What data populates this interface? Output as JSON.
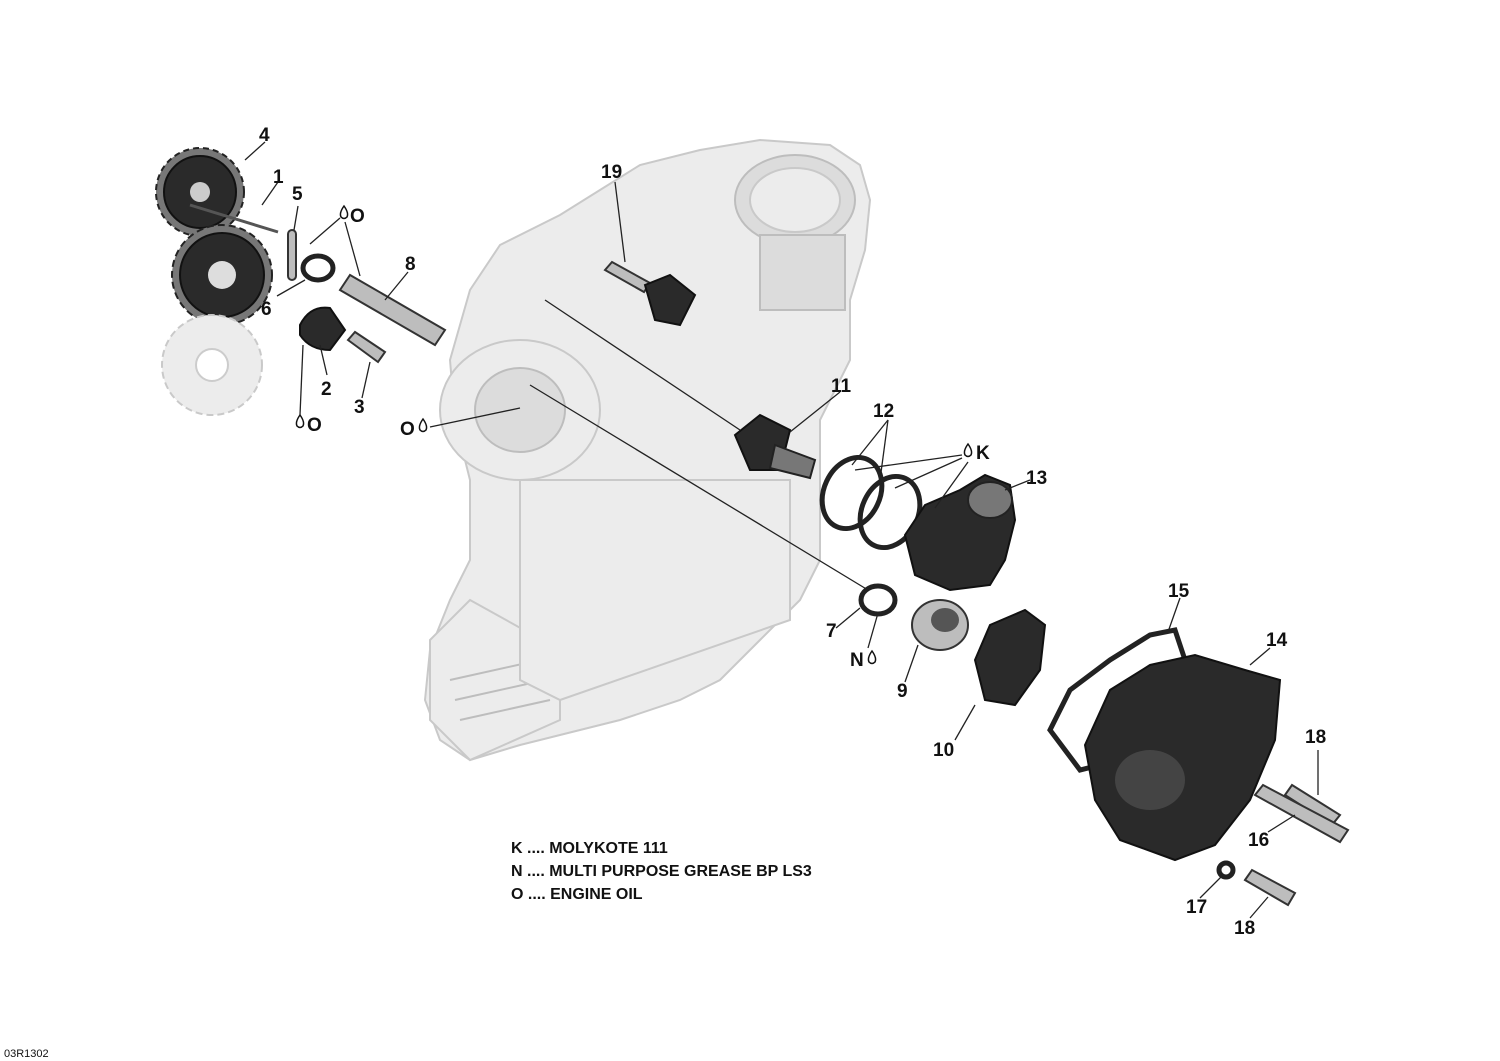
{
  "callouts": {
    "c1": "1",
    "c2": "2",
    "c3": "3",
    "c4": "4",
    "c5": "5",
    "c6": "6",
    "c7": "7",
    "c8": "8",
    "c9": "9",
    "c10": "10",
    "c11": "11",
    "c12": "12",
    "c13": "13",
    "c14": "14",
    "c15": "15",
    "c16": "16",
    "c17": "17",
    "c18a": "18",
    "c18b": "18",
    "c19": "19"
  },
  "symbols": {
    "o1": "O",
    "o2": "O",
    "o3": "O",
    "k": "K",
    "n": "N"
  },
  "legend": [
    "K .... MOLYKOTE 111",
    "N .... MULTI PURPOSE GREASE BP LS3",
    "O .... ENGINE OIL"
  ],
  "reference_code": "03R1302"
}
